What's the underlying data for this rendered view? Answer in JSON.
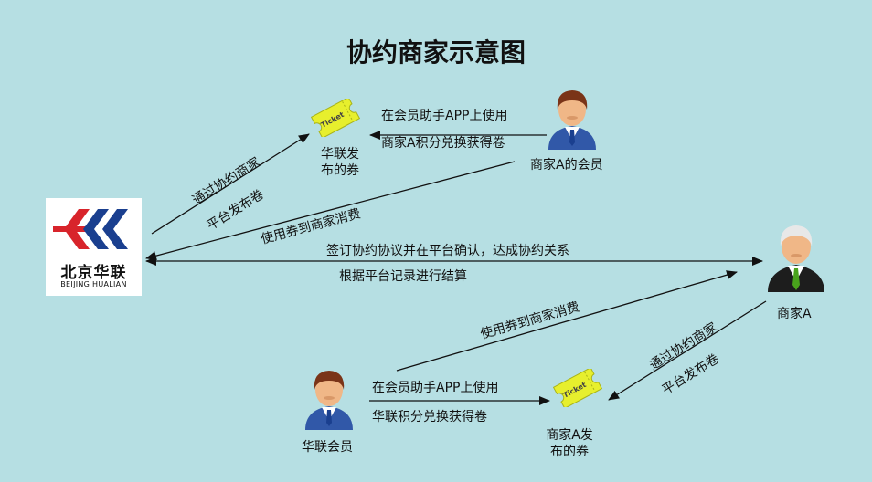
{
  "title": "协约商家示意图",
  "logo": {
    "name": "北京华联",
    "sub": "BEIJING HUALIAN"
  },
  "nodes": {
    "ticket_top_word": "Ticket",
    "ticket_top_caption": [
      "华联发",
      "布的券"
    ],
    "member_a": "商家A的会员",
    "merchant_a": "商家A",
    "hualian_member": "华联会员",
    "ticket_bottom_word": "Ticket",
    "ticket_bottom_caption": [
      "商家A发",
      "布的券"
    ]
  },
  "edges": {
    "logo_to_ticket_top": [
      "通过协约商家",
      "平台发布卷"
    ],
    "member_a_to_ticket_top": [
      "在会员助手APP上使用",
      "商家A积分兑换获得卷"
    ],
    "member_a_to_logo": "使用券到商家消费",
    "logo_merchant": [
      "签订协约协议并在平台确认，达成协约关系",
      "根据平台记录进行结算"
    ],
    "hualian_member_to_merchant": "使用券到商家消费",
    "merchant_to_ticket_bottom": [
      "通过协约商家",
      "平台发布卷"
    ],
    "hualian_member_to_ticket_bottom": [
      "在会员助手APP上使用",
      "华联积分兑换获得卷"
    ]
  },
  "colors": {
    "background": "#b6dfe3",
    "logo_blue": "#1a3f8f",
    "logo_red": "#d8242b",
    "ticket": "#e7ef2d",
    "suit_blue": "#3158a8",
    "suit_black": "#1d1d1d",
    "tie_green": "#49a31c"
  }
}
